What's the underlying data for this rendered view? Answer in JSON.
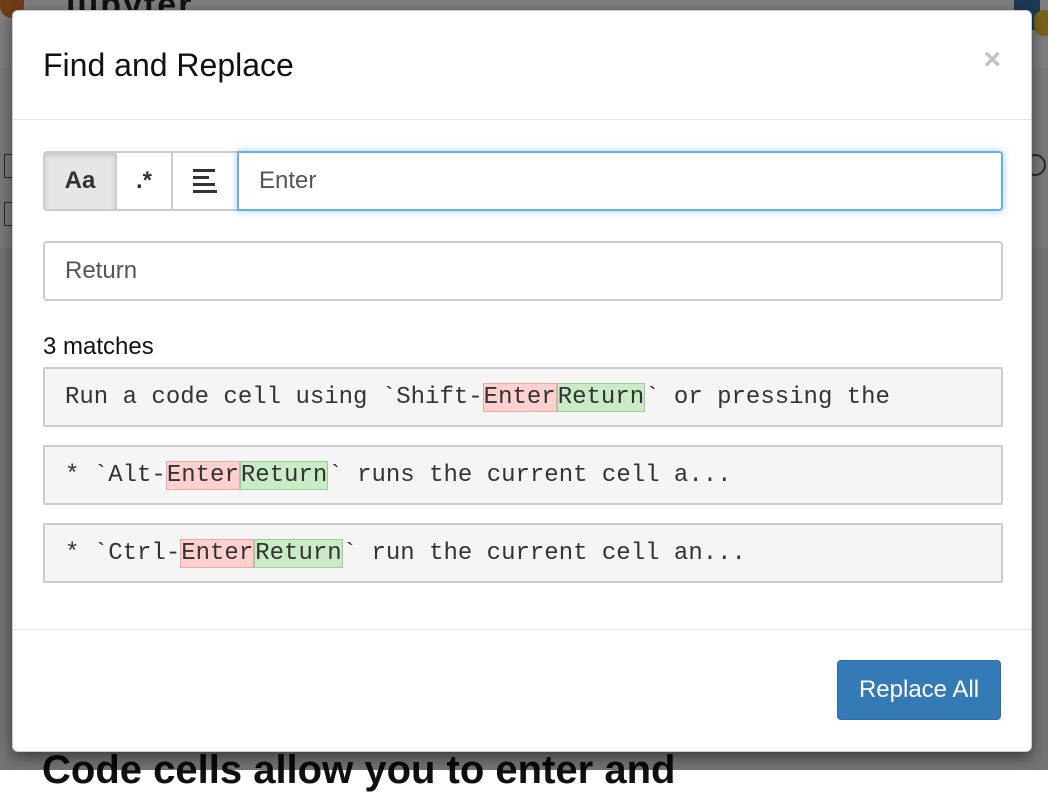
{
  "background": {
    "brand": "jupyter",
    "section_heading": "Code cells allow you to enter and"
  },
  "dialog": {
    "title": "Find and Replace",
    "close_symbol": "×"
  },
  "toggles": {
    "case_label": "Aa",
    "regex_label": ".*",
    "selection_icon": "align-left-icon"
  },
  "find": {
    "value": "Enter"
  },
  "replace": {
    "value": "Return"
  },
  "results": {
    "count_label": "3 matches",
    "items": [
      {
        "before": "Run a code cell using `Shift-",
        "match": "Enter",
        "replacement": "Return",
        "after": "` or pressing the"
      },
      {
        "before": "* `Alt-",
        "match": "Enter",
        "replacement": "Return",
        "after": "` runs the current cell a..."
      },
      {
        "before": "* `Ctrl-",
        "match": "Enter",
        "replacement": "Return",
        "after": "` run the current cell an..."
      }
    ]
  },
  "footer": {
    "replace_all_label": "Replace All"
  },
  "colors": {
    "primary": "#337ab7",
    "match_highlight": "#ffd0d0",
    "replacement_highlight": "#c9ecc6",
    "focus_border": "#66afe9"
  }
}
